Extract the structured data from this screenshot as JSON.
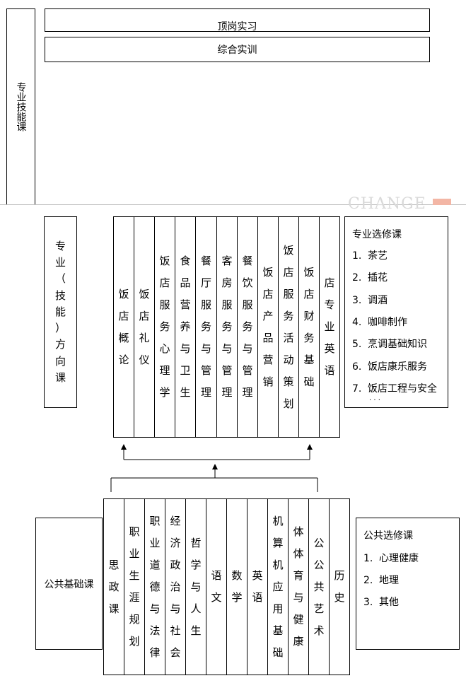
{
  "top": {
    "vertical_label": "专业技能课",
    "bar1": "顶岗实习",
    "bar2": "综合实训"
  },
  "watermark": "CHANGE",
  "specialty": {
    "side_label": [
      "专",
      "业",
      "（",
      "技",
      "能",
      "）",
      "方",
      "向",
      "课"
    ],
    "columns": [
      [
        "饭",
        "店",
        "概",
        "论"
      ],
      [
        "饭",
        "店",
        "礼",
        "仪"
      ],
      [
        "饭",
        "店",
        "服",
        "务",
        "心",
        "理",
        "学"
      ],
      [
        "食",
        "品",
        "营",
        "养",
        "与",
        "卫",
        "生"
      ],
      [
        "餐",
        "厅",
        "服",
        "务",
        "与",
        "管",
        "理"
      ],
      [
        "客",
        "房",
        "服",
        "务",
        "与",
        "管",
        "理"
      ],
      [
        "餐",
        "饮",
        "服",
        "务",
        "与",
        "管",
        "理"
      ],
      [
        "饭",
        "店",
        "产",
        "品",
        "营",
        "销"
      ],
      [
        "饭",
        "店",
        "服",
        "务",
        "活",
        "动",
        "策",
        "划"
      ],
      [
        "饭",
        "店",
        "财",
        "务",
        "基",
        "础"
      ],
      [
        "店",
        "专",
        "业",
        "英",
        "语"
      ]
    ],
    "elective_title": "专业选修课",
    "electives": [
      {
        "num": "1.",
        "text": "茶艺"
      },
      {
        "num": "2.",
        "text": "插花"
      },
      {
        "num": "3.",
        "text": "调酒"
      },
      {
        "num": "4.",
        "text": "咖啡制作"
      },
      {
        "num": "5.",
        "text": "烹调基础知识"
      },
      {
        "num": "6.",
        "text": "饭店康乐服务"
      },
      {
        "num": "7.",
        "text": "饭店工程与安全"
      }
    ],
    "elective_more": "· · ·"
  },
  "public": {
    "side_label": "公共基础课",
    "columns": [
      [
        "思",
        "政",
        "课"
      ],
      [
        "职",
        "业",
        "生",
        "涯",
        "规",
        "划"
      ],
      [
        "职",
        "业",
        "道",
        "德",
        "与",
        "法",
        "律"
      ],
      [
        "经",
        "济",
        "政",
        "治",
        "与",
        "社",
        "会"
      ],
      [
        "哲",
        "学",
        "与",
        "人",
        "生"
      ],
      [
        "语",
        "文"
      ],
      [
        "数",
        "学"
      ],
      [
        "英",
        "语"
      ],
      [
        "机",
        "算",
        "机",
        "应",
        "用",
        "基",
        "础"
      ],
      [
        "体",
        "体",
        "育",
        "与",
        "健",
        "康"
      ],
      [
        "公",
        "公",
        "共",
        "艺",
        "术"
      ],
      [
        "历",
        "史"
      ]
    ],
    "elective_title": "公共选修课",
    "electives": [
      {
        "num": "1.",
        "text": "心理健康"
      },
      {
        "num": "2.",
        "text": "地理"
      },
      {
        "num": "3.",
        "text": "其他"
      }
    ]
  }
}
